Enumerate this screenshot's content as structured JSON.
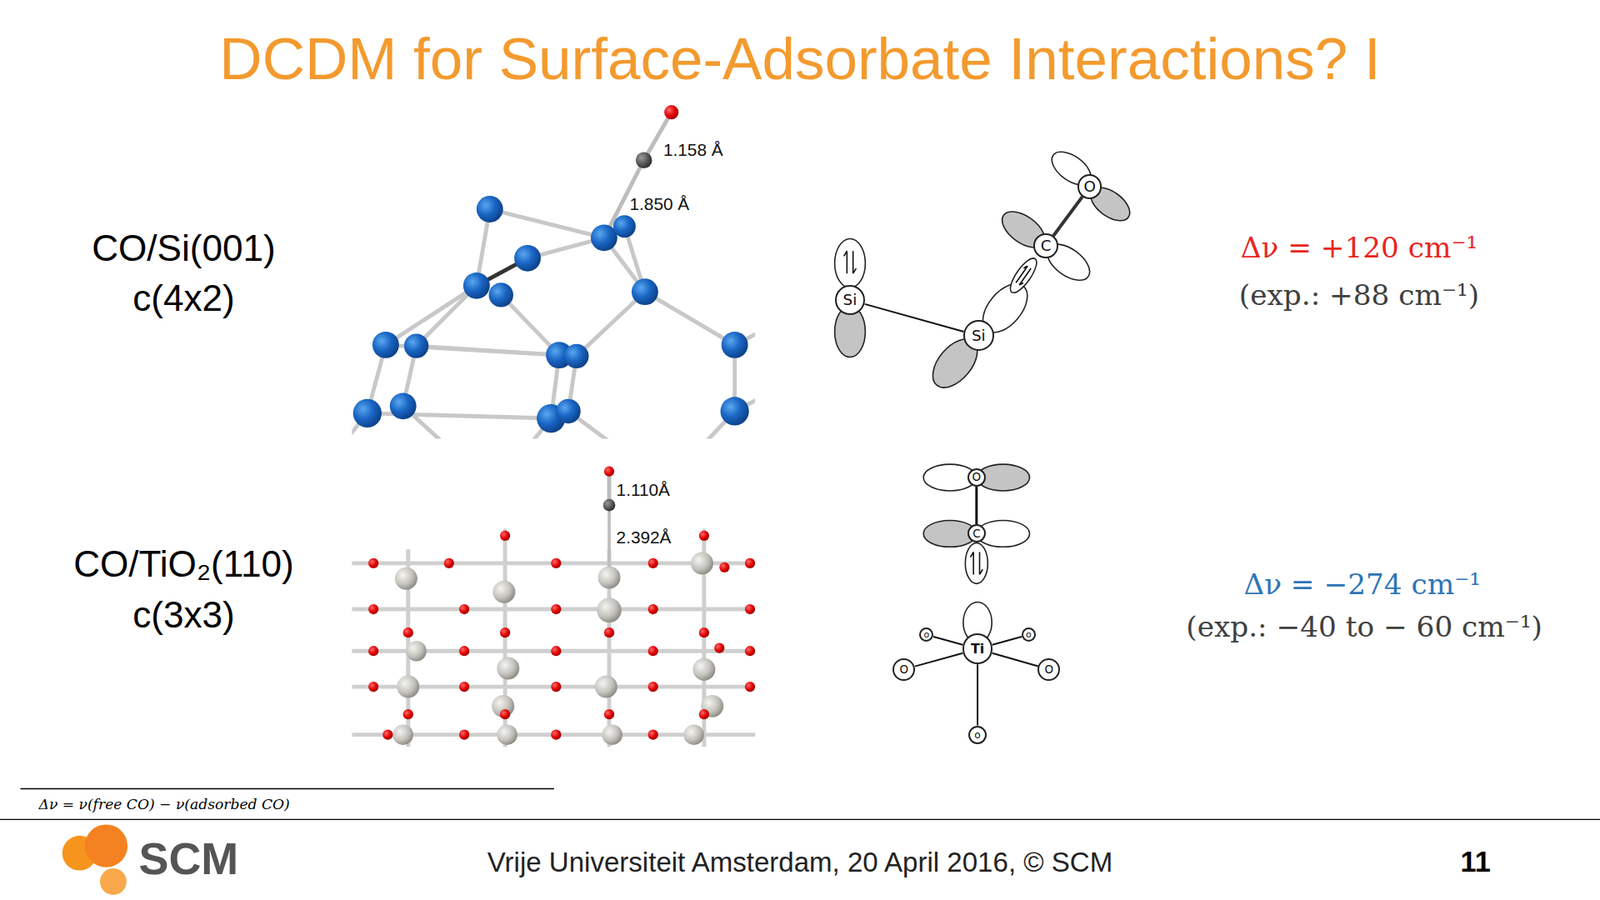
{
  "diagram": {
    "title": "DCDM for Surface-Adsorbate Interactions? I",
    "nodes": [
      {
        "text": [
          "O"
        ]
      },
      {
        "text": [
          "C"
        ]
      },
      {
        "text": [
          "Si"
        ]
      },
      {
        "text": [
          "Si"
        ]
      },
      {
        "text": [
          "O"
        ]
      },
      {
        "text": [
          "C"
        ]
      },
      {
        "text": [
          "o"
        ]
      },
      {
        "text": [
          "Ti"
        ]
      },
      {
        "text": [
          "o"
        ]
      },
      {
        "text": [
          "O"
        ]
      },
      {
        "text": [
          "O"
        ]
      },
      {
        "text": [
          "o"
        ]
      }
    ],
    "edges": [
      {
        "from": 1,
        "to": 0,
        "arrow": "none"
      },
      {
        "from": 2,
        "to": 3,
        "arrow": "none"
      },
      {
        "from": 5,
        "to": 4,
        "arrow": "none"
      },
      {
        "from": 7,
        "to": 6,
        "arrow": "none"
      },
      {
        "from": 7,
        "to": 8,
        "arrow": "none"
      },
      {
        "from": 7,
        "to": 9,
        "arrow": "none"
      },
      {
        "from": 7,
        "to": 10,
        "arrow": "none"
      },
      {
        "from": 7,
        "to": 11,
        "arrow": "none"
      }
    ],
    "labels": [
      "CO/Si(001)",
      "c(4x2)",
      "1.158 Å",
      "1.850 Å",
      "Δν = +120 cm⁻¹",
      "(exp.: +88 cm⁻¹)",
      "CO/TiO₂(110)",
      "c(3x3)",
      "1.110Å",
      "2.392Å",
      "Δν = −274 cm⁻¹",
      "(exp.: −40 to − 60 cm⁻¹)",
      "Δν = ν(free CO) − ν(adsorbed CO)",
      "SCM",
      "Vrije Universiteit Amsterdam, 20 April 2016, © SCM",
      "11"
    ]
  }
}
